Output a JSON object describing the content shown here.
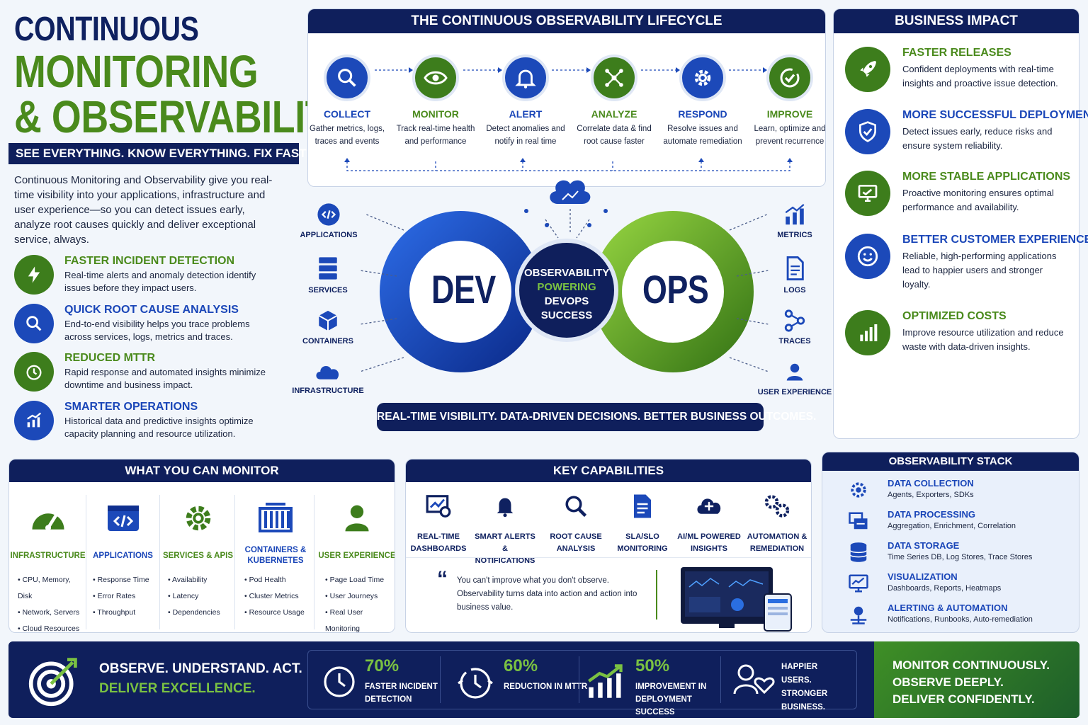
{
  "title": {
    "line1": "CONTINUOUS",
    "line2": "MONITORING",
    "line3": "& OBSERVABILITY"
  },
  "tagline": "SEE EVERYTHING. KNOW EVERYTHING. FIX FASTER.",
  "intro": "Continuous Monitoring and Observability give you real-time visibility into your applications, infrastructure and user experience—so you can detect issues early, analyze root causes quickly and deliver exceptional service, always.",
  "benefits": [
    {
      "title": "FASTER INCIDENT DETECTION",
      "desc": "Real-time alerts and anomaly detection identify issues before they impact users.",
      "icon": "bolt-icon"
    },
    {
      "title": "QUICK ROOT CAUSE ANALYSIS",
      "desc": "End-to-end visibility helps you trace problems across services, logs, metrics and traces.",
      "icon": "search-icon"
    },
    {
      "title": "REDUCED MTTR",
      "desc": "Rapid response and automated insights minimize downtime and business impact.",
      "icon": "clock-icon"
    },
    {
      "title": "SMARTER OPERATIONS",
      "desc": "Historical data and predictive insights optimize capacity planning and resource utilization.",
      "icon": "chart-icon"
    }
  ],
  "lifecycle": {
    "heading": "THE CONTINUOUS OBSERVABILITY LIFECYCLE",
    "steps": [
      {
        "title": "COLLECT",
        "desc": "Gather metrics, logs, traces and events"
      },
      {
        "title": "MONITOR",
        "desc": "Track real-time health and performance"
      },
      {
        "title": "ALERT",
        "desc": "Detect anomalies and notify in real time"
      },
      {
        "title": "ANALYZE",
        "desc": "Correlate data & find root cause faster"
      },
      {
        "title": "RESPOND",
        "desc": "Resolve issues and automate remediation"
      },
      {
        "title": "IMPROVE",
        "desc": "Learn, optimize and prevent recurrence"
      }
    ]
  },
  "infinity": {
    "dev": "DEV",
    "ops": "OPS",
    "center1": "OBSERVABILITY",
    "center2": "POWERING",
    "center3": "DEVOPS",
    "center4": "SUCCESS"
  },
  "left_labels": [
    "APPLICATIONS",
    "SERVICES",
    "CONTAINERS",
    "INFRASTRUCTURE"
  ],
  "right_labels": [
    "METRICS",
    "LOGS",
    "TRACES",
    "USER EXPERIENCE"
  ],
  "banner": "REAL-TIME VISIBILITY. DATA-DRIVEN DECISIONS. BETTER BUSINESS OUTCOMES.",
  "impact": {
    "heading": "BUSINESS IMPACT",
    "items": [
      {
        "title": "FASTER RELEASES",
        "desc": "Confident deployments with real-time insights and proactive issue detection.",
        "icon": "rocket-icon"
      },
      {
        "title": "MORE SUCCESSFUL DEPLOYMENTS",
        "desc": "Detect issues early, reduce risks and ensure system reliability.",
        "icon": "shield-icon"
      },
      {
        "title": "MORE STABLE APPLICATIONS",
        "desc": "Proactive monitoring ensures optimal performance and availability.",
        "icon": "monitor-icon"
      },
      {
        "title": "BETTER CUSTOMER EXPERIENCE",
        "desc": "Reliable, high-performing applications lead to happier users and stronger loyalty.",
        "icon": "smile-icon"
      },
      {
        "title": "OPTIMIZED COSTS",
        "desc": "Improve resource utilization and reduce waste with data-driven insights.",
        "icon": "bar-chart-icon"
      }
    ]
  },
  "monitor": {
    "heading": "WHAT YOU CAN MONITOR",
    "cols": [
      {
        "title": "INFRASTRUCTURE",
        "items": [
          "CPU, Memory, Disk",
          "Network, Servers",
          "Cloud Resources"
        ]
      },
      {
        "title": "APPLICATIONS",
        "items": [
          "Response Time",
          "Error Rates",
          "Throughput"
        ]
      },
      {
        "title": "SERVICES & APIS",
        "items": [
          "Availability",
          "Latency",
          "Dependencies"
        ]
      },
      {
        "title": "CONTAINERS & KUBERNETES",
        "items": [
          "Pod Health",
          "Cluster Metrics",
          "Resource Usage"
        ]
      },
      {
        "title": "USER EXPERIENCE",
        "items": [
          "Page Load Time",
          "User Journeys",
          "Real User Monitoring"
        ]
      }
    ]
  },
  "capabilities": {
    "heading": "KEY CAPABILITIES",
    "items": [
      "REAL-TIME DASHBOARDS",
      "SMART ALERTS & NOTIFICATIONS",
      "ROOT CAUSE ANALYSIS",
      "SLA/SLO MONITORING",
      "AI/ML POWERED INSIGHTS",
      "AUTOMATION & REMEDIATION"
    ],
    "quote": "You can't improve what you don't observe. Observability turns data into action and action into business value."
  },
  "stack": {
    "heading": "OBSERVABILITY STACK",
    "rows": [
      {
        "title": "DATA COLLECTION",
        "desc": "Agents, Exporters, SDKs"
      },
      {
        "title": "DATA PROCESSING",
        "desc": "Aggregation, Enrichment, Correlation"
      },
      {
        "title": "DATA STORAGE",
        "desc": "Time Series DB, Log Stores, Trace Stores"
      },
      {
        "title": "VISUALIZATION",
        "desc": "Dashboards, Reports, Heatmaps"
      },
      {
        "title": "ALERTING & AUTOMATION",
        "desc": "Notifications, Runbooks, Auto-remediation"
      }
    ]
  },
  "footer": {
    "line1": "OBSERVE. UNDERSTAND. ACT.",
    "line2": "DELIVER EXCELLENCE.",
    "stats": [
      {
        "value": "70%",
        "label": "FASTER INCIDENT DETECTION"
      },
      {
        "value": "60%",
        "label": "REDUCTION IN MTTR"
      },
      {
        "value": "50%",
        "label": "IMPROVEMENT IN DEPLOYMENT SUCCESS"
      }
    ],
    "happier": "HAPPIER USERS. STRONGER BUSINESS.",
    "cta1": "MONITOR CONTINUOUSLY.",
    "cta2": "OBSERVE DEEPLY.",
    "cta3": "DELIVER CONFIDENTLY."
  },
  "colors": {
    "navy": "#0f1f5c",
    "green": "#4a8a1c",
    "blue": "#1a46b8"
  }
}
